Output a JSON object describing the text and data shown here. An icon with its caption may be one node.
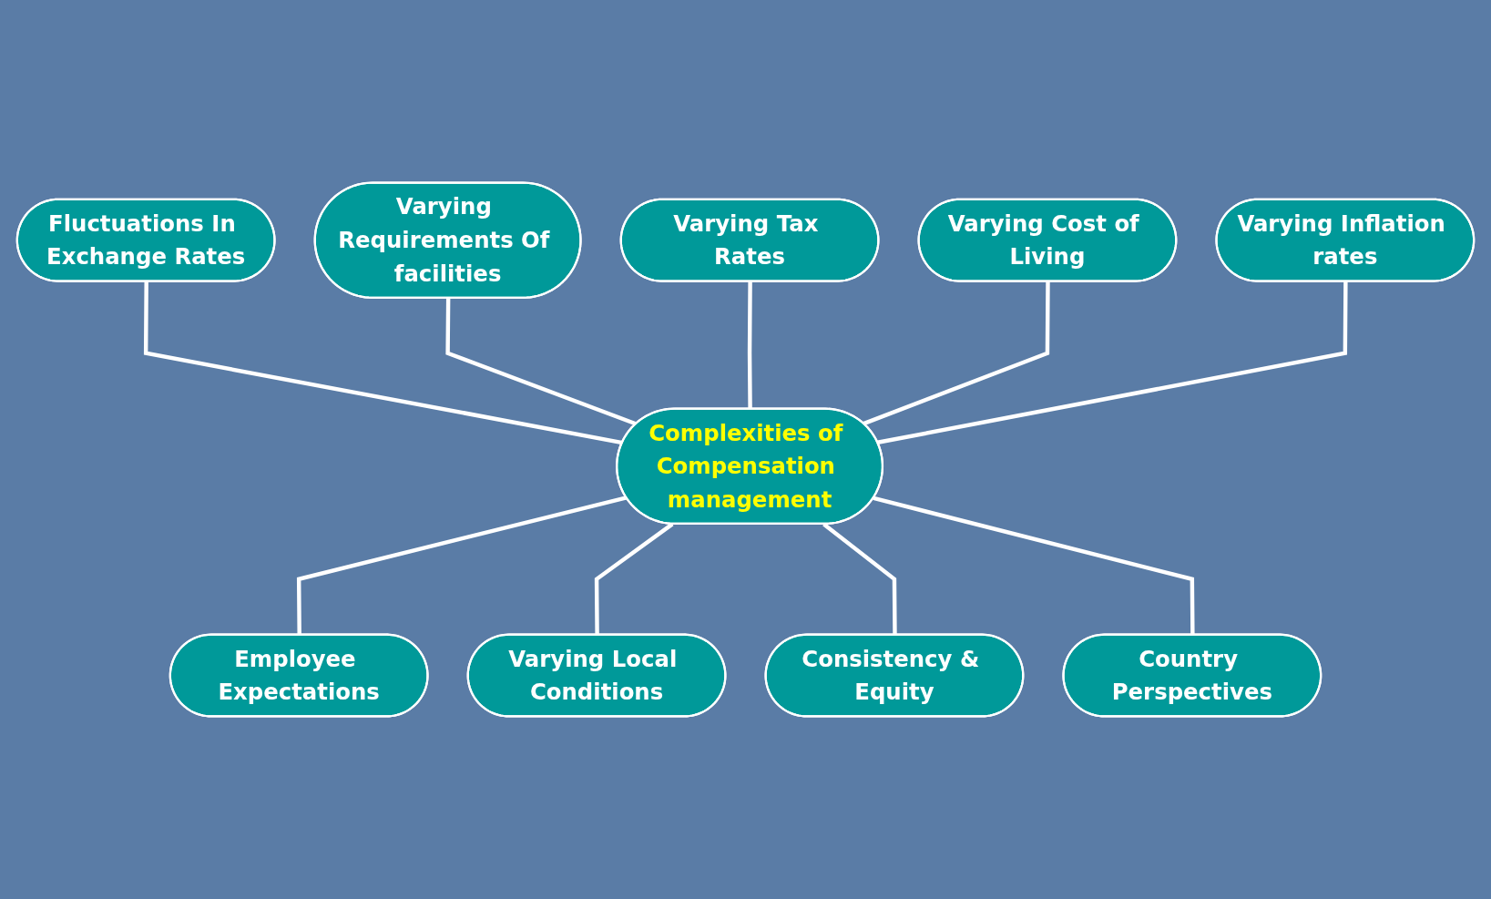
{
  "diagram": {
    "nodes": [
      {
        "text": [
          "Fluctuations In Exchange Rates"
        ]
      },
      {
        "text": [
          "Varying Requirements Of facilities"
        ]
      },
      {
        "text": [
          "Varying Tax Rates"
        ]
      },
      {
        "text": [
          "Varying Cost of Living"
        ]
      },
      {
        "text": [
          "Varying Inflation rates"
        ]
      },
      {
        "text": [
          "Complexities of Compensation management"
        ]
      },
      {
        "text": [
          "Employee Expectations"
        ]
      },
      {
        "text": [
          "Varying Local Conditions"
        ]
      },
      {
        "text": [
          "Consistency & Equity"
        ]
      },
      {
        "text": [
          "Country Perspectives"
        ]
      }
    ],
    "edges": [
      {
        "from": 0,
        "to": 5,
        "arrow": "none"
      },
      {
        "from": 1,
        "to": 5,
        "arrow": "none"
      },
      {
        "from": 2,
        "to": 5,
        "arrow": "none"
      },
      {
        "from": 3,
        "to": 5,
        "arrow": "none"
      },
      {
        "from": 4,
        "to": 5,
        "arrow": "none"
      },
      {
        "from": 5,
        "to": 6,
        "arrow": "none"
      },
      {
        "from": 5,
        "to": 7,
        "arrow": "none"
      },
      {
        "from": 5,
        "to": 8,
        "arrow": "none"
      },
      {
        "from": 5,
        "to": 9,
        "arrow": "none"
      }
    ]
  }
}
